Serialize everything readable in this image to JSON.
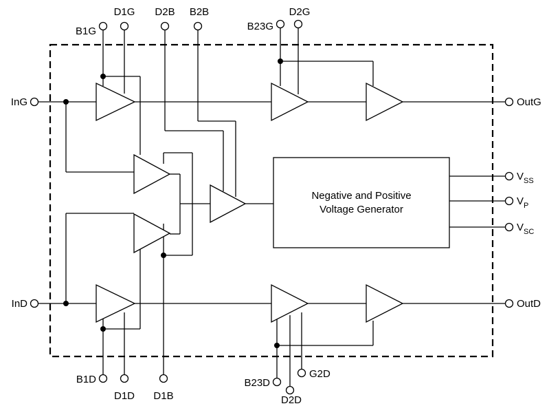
{
  "block": {
    "line1": "Negative and Positive",
    "line2": "Voltage Generator"
  },
  "pins": {
    "b1g": "B1G",
    "d1g": "D1G",
    "d2b": "D2B",
    "b2b": "B2B",
    "b23g": "B23G",
    "d2g": "D2G",
    "ing": "InG",
    "ind": "InD",
    "outg": "OutG",
    "outd": "OutD",
    "vss": {
      "base": "V",
      "sub": "SS"
    },
    "vp": {
      "base": "V",
      "sub": "P"
    },
    "vsc": {
      "base": "V",
      "sub": "SC"
    },
    "b1d": "B1D",
    "d1d": "D1D",
    "d1b": "D1B",
    "b23d": "B23D",
    "d2d": "D2D",
    "g2d": "G2D"
  }
}
